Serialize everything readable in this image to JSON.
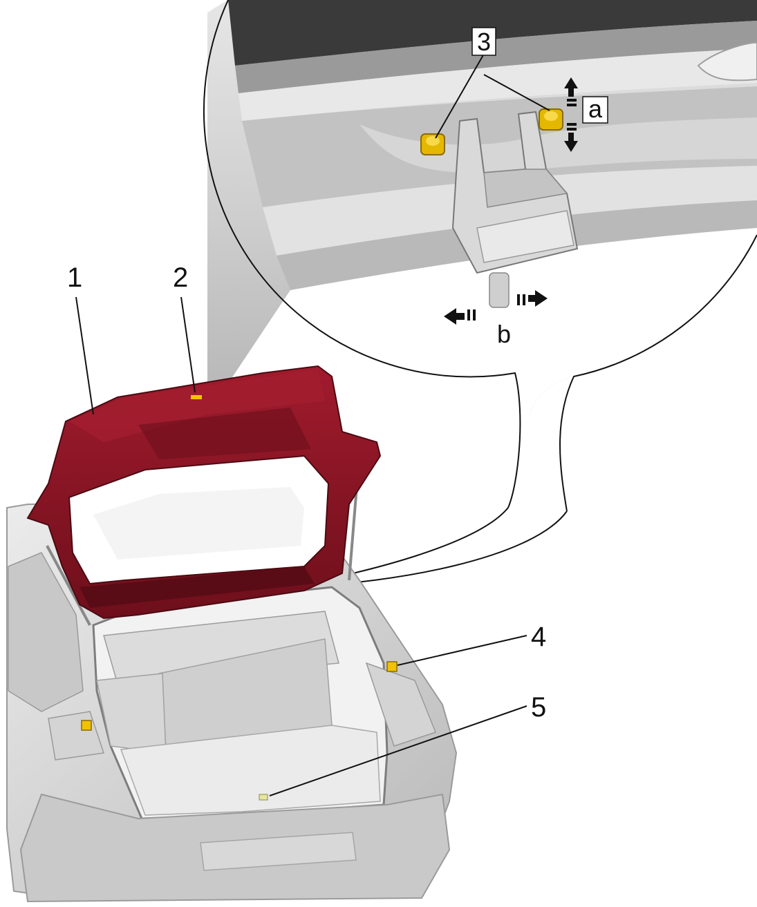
{
  "colors": {
    "tailgate": "#8b1524",
    "body_light": "#d9d9d9",
    "body_mid": "#bdbdbd",
    "hardware": "#f2c200",
    "line": "#111111"
  },
  "callouts": {
    "c1": "1",
    "c2": "2",
    "c3": "3",
    "c4": "4",
    "c5": "5",
    "ca": "a",
    "cb": "b"
  }
}
